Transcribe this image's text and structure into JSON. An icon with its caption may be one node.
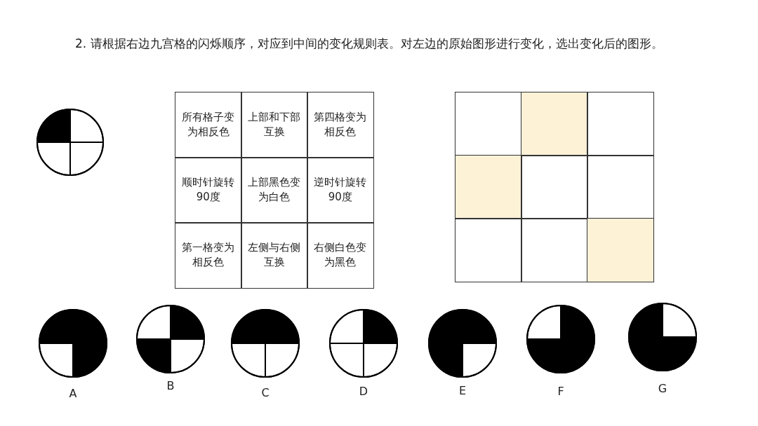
{
  "diagram": {
    "title": "2.  请根据右边九宫格的闪烁顺序，对应到中间的变化规则表。对左边的原始图形进行变化，选出变化后的图形。",
    "labels": [
      "所有格子变为相反色",
      "上部和下部互换",
      "第四格变为相反色",
      "顺时针旋转90度",
      "上部黑色变为白色",
      "逆时针旋转90度",
      "第一格变为相反色",
      "左侧与右侧互换",
      "右侧白色变为黑色",
      "A",
      "B",
      "C",
      "D",
      "E",
      "F",
      "G"
    ]
  }
}
